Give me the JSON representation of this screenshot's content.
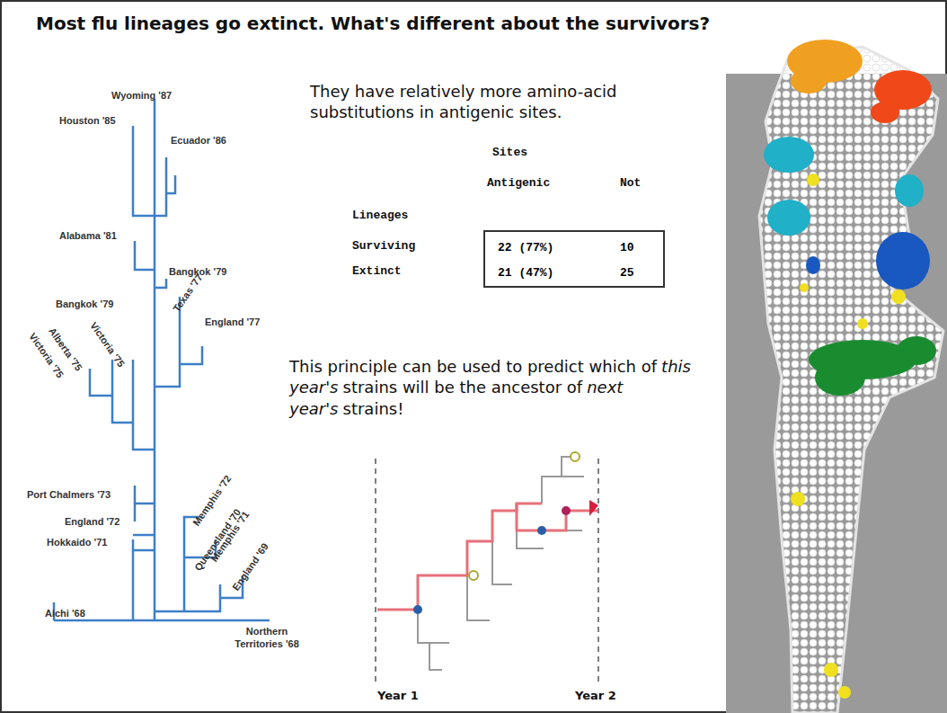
{
  "diagram": {
    "title": "Most flu lineages go extinct.  What's different about the survivors?",
    "nodes": [
      {
        "text": [
          "22 (77%)",
          "10",
          "21 (47%)",
          "25"
        ]
      }
    ],
    "labels": [
      "They have relatively more amino-acid substitutions in antigenic sites.",
      "Sites",
      "Antigenic",
      "Not",
      "Lineages",
      "Surviving",
      "Extinct",
      "This principle can be used to predict which of",
      "this year's",
      "strains will be the ancestor of",
      "next year's",
      "strains!",
      "Year 1",
      "Year 2",
      "Wyoming '87",
      "Houston '85",
      "Ecuador '86",
      "Alabama '81",
      "Bangkok '79",
      "Bangkok '79",
      "Texas '77",
      "England '77",
      "Victoria '75",
      "Alberta '75",
      "Victoria '75",
      "Port Chalmers '73",
      "England '72",
      "Hokkaido '71",
      "Aichi '68",
      "Memphis '72",
      "Queensland '70",
      "Memphis '71",
      "England '69",
      "Northern Territories '68"
    ]
  }
}
